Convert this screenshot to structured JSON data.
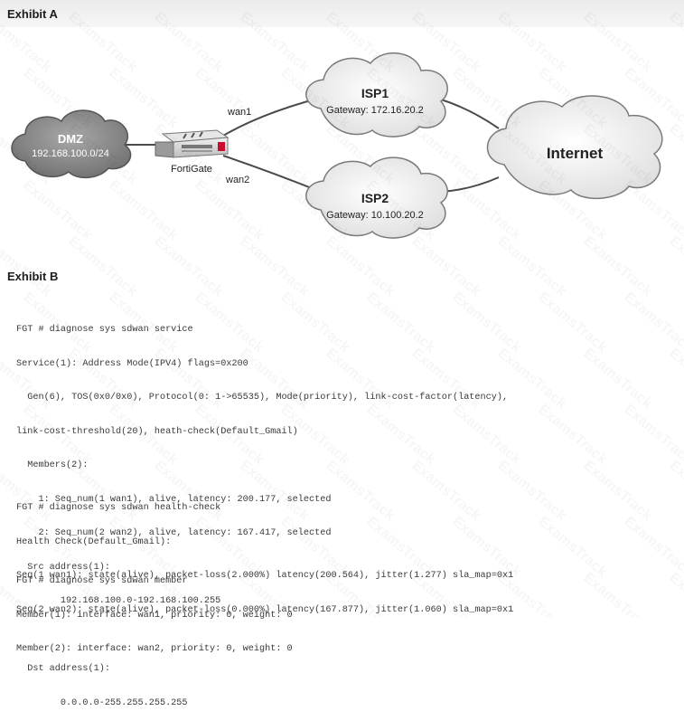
{
  "exhibit_a": {
    "title": "Exhibit A",
    "dmz": {
      "name": "DMZ",
      "subnet": "192.168.100.0/24"
    },
    "fortigate": {
      "label": "FortiGate"
    },
    "links": {
      "wan1": "wan1",
      "wan2": "wan2"
    },
    "isp1": {
      "name": "ISP1",
      "gateway": "Gateway: 172.16.20.2"
    },
    "isp2": {
      "name": "ISP2",
      "gateway": "Gateway: 10.100.20.2"
    },
    "internet": {
      "name": "Internet"
    }
  },
  "exhibit_b": {
    "title": "Exhibit B",
    "block1": [
      "FGT # diagnose sys sdwan service",
      "Service(1): Address Mode(IPV4) flags=0x200",
      "  Gen(6), TOS(0x0/0x0), Protocol(0: 1->65535), Mode(priority), link-cost-factor(latency),",
      "link-cost-threshold(20), heath-check(Default_Gmail)",
      "  Members(2):",
      "    1: Seq_num(1 wan1), alive, latency: 200.177, selected",
      "    2: Seq_num(2 wan2), alive, latency: 167.417, selected",
      "  Src address(1):",
      "        192.168.100.0-192.168.100.255",
      "",
      "  Dst address(1):",
      "        0.0.0.0-255.255.255.255"
    ],
    "block2": [
      "FGT # diagnose sys sdwan health-check",
      "Health Check(Default_Gmail):",
      "Seq(1 wan1): state(alive), packet-loss(2.000%) latency(200.564), jitter(1.277) sla_map=0x1",
      "Seq(2 wan2): state(alive), packet-loss(0.000%) latency(167.877), jitter(1.060) sla_map=0x1"
    ],
    "block3": [
      "FGT # diagnose sys sdwan member",
      "Member(1): interface: wan1, priority: 0, weight: 0",
      "Member(2): interface: wan2, priority: 0, weight: 0"
    ]
  },
  "watermark": {
    "text": "ExamsTrack"
  },
  "colors": {
    "dmz_cloud": "#8d8d8d",
    "isp_cloud": "#eeeeee",
    "cloud_stroke": "#7a7a7a",
    "firewall_accent": "#c8102e",
    "link": "#4a4a4a"
  }
}
